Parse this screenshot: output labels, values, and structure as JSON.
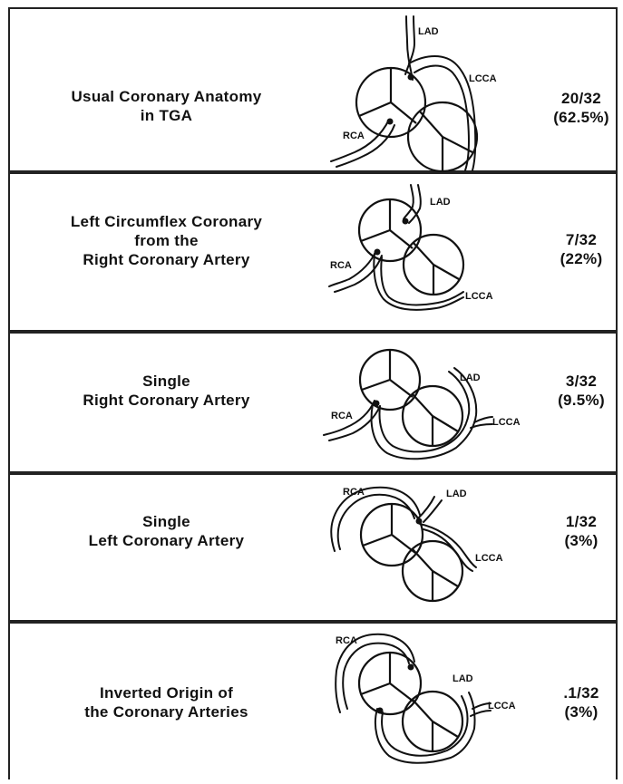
{
  "figure": {
    "rows": [
      {
        "name_lines": [
          "Usual Coronary Anatomy",
          "in TGA"
        ],
        "fraction": "20/32",
        "percent": "(62.5%)",
        "labels": [
          "LAD",
          "LCCA",
          "RCA"
        ]
      },
      {
        "name_lines": [
          "Left Circumflex Coronary",
          "from the",
          "Right Coronary Artery"
        ],
        "fraction": "7/32",
        "percent": "(22%)",
        "labels": [
          "LAD",
          "RCA",
          "LCCA"
        ]
      },
      {
        "name_lines": [
          "Single",
          "Right Coronary Artery"
        ],
        "fraction": "3/32",
        "percent": "(9.5%)",
        "labels": [
          "LAD",
          "RCA",
          "LCCA"
        ]
      },
      {
        "name_lines": [
          "Single",
          "Left Coronary Artery"
        ],
        "fraction": "1/32",
        "percent": "(3%)",
        "labels": [
          "RCA",
          "LAD",
          "LCCA"
        ]
      },
      {
        "name_lines": [
          "Inverted Origin of",
          "the Coronary Arteries"
        ],
        "fraction": ".1/32",
        "percent": "(3%)",
        "labels": [
          "RCA",
          "LAD",
          "LCCA"
        ]
      }
    ]
  }
}
